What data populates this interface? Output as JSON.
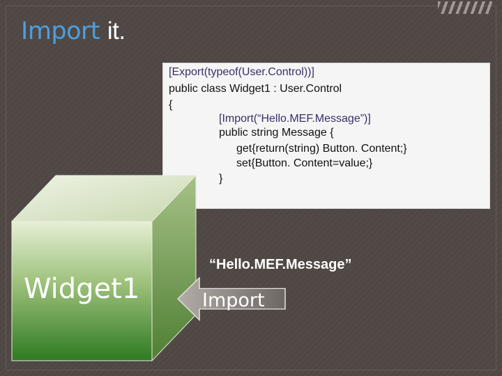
{
  "slide": {
    "title_part1": "Import",
    "title_part2": "it."
  },
  "code": {
    "line1": "[Export(typeof(User.Control))]",
    "line2": "public class Widget1 : User.Control",
    "line3": "{",
    "line4": "[Import(“Hello.MEF.Message”)]",
    "line5": "public string Message {",
    "line6": "get{return(string) Button. Content;}",
    "line7": "set{Button. Content=value;}",
    "line8": "}",
    "line9": "}"
  },
  "diagram": {
    "widget_label": "Widget1",
    "message_label": "“Hello.MEF.Message”",
    "import_label": "Import"
  },
  "colors": {
    "background": "#4f4743",
    "title_accent": "#4c9fe0",
    "cube_front_top": "#e6efd5",
    "cube_front_bottom": "#2f7a22",
    "cube_side": "#7aa04e",
    "annotation_text": "#3a2e68"
  }
}
